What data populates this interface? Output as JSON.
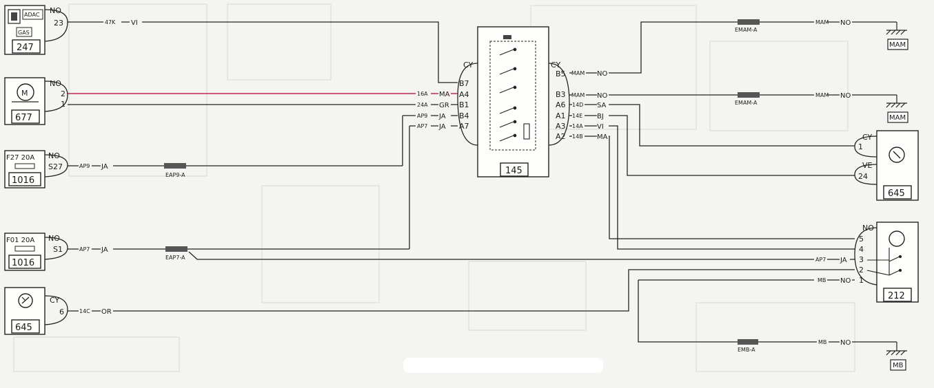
{
  "components": {
    "c247": {
      "id": "247",
      "labels": [
        "ADAC",
        "GAS"
      ],
      "pin_color": "NO",
      "pin": "23"
    },
    "c677": {
      "id": "677",
      "pin_color": "NO",
      "pins": [
        "2",
        "1"
      ]
    },
    "f27": {
      "id": "1016",
      "fuse": "F27 20A",
      "pin_color": "NO",
      "pin": "S27"
    },
    "f01": {
      "id": "1016",
      "fuse": "F01 20A",
      "pin_color": "NO",
      "pin": "S1"
    },
    "c645l": {
      "id": "645",
      "pin_color": "CY",
      "pin": "6"
    },
    "relay": {
      "id": "145",
      "left_color": "CY",
      "right_color": "CY",
      "left_pins": [
        "B7",
        "A4",
        "B1",
        "B4",
        "A7"
      ],
      "right_pins": [
        "B5",
        "B3",
        "A6",
        "A1",
        "A3",
        "A2"
      ]
    },
    "c645r": {
      "id": "645",
      "pins": [
        {
          "color": "CY",
          "pin": "1"
        },
        {
          "color": "VE",
          "pin": "24"
        }
      ]
    },
    "c212": {
      "id": "212",
      "pin_color": "NO",
      "pins": [
        "5",
        "4",
        "3",
        "2",
        "1"
      ]
    }
  },
  "wires": {
    "w47k": {
      "code": "47K",
      "color": "VI"
    },
    "w16a": {
      "code": "16A",
      "color": "MA"
    },
    "w24a": {
      "code": "24A",
      "color": "GR"
    },
    "wap9r": {
      "code": "AP9",
      "color": "JA"
    },
    "wap7r": {
      "code": "AP7",
      "color": "JA"
    },
    "wap9l": {
      "code": "AP9",
      "color": "JA"
    },
    "wap7l": {
      "code": "AP7",
      "color": "JA"
    },
    "w14c": {
      "code": "14C",
      "color": "OR"
    },
    "b5": {
      "code": "MAM",
      "color": "NO"
    },
    "b3": {
      "code": "MAM",
      "color": "NO"
    },
    "a6": {
      "code": "14D",
      "color": "SA"
    },
    "a1": {
      "code": "14E",
      "color": "BJ"
    },
    "a3": {
      "code": "14A",
      "color": "VI"
    },
    "a2": {
      "code": "14B",
      "color": "MA"
    },
    "g1": {
      "code": "MAM",
      "color": "NO"
    },
    "g2": {
      "code": "MAM",
      "color": "NO"
    },
    "ap7r": {
      "code": "AP7",
      "color": "JA"
    },
    "mb1": {
      "code": "MB",
      "color": "NO"
    },
    "mb2": {
      "code": "MB",
      "color": "NO"
    }
  },
  "splices": {
    "eap9": "EAP9-A",
    "eap7": "EAP7-A",
    "emam1": "EMAM-A",
    "emam2": "EMAM-A",
    "emb": "EMB-A"
  },
  "grounds": {
    "g1": "MAM",
    "g2": "MAM",
    "g3": "MB"
  },
  "colors": {
    "wire": "#222222",
    "accent_wire": "#b0002a",
    "connector": "#555555",
    "background": "#f4f4f1"
  }
}
